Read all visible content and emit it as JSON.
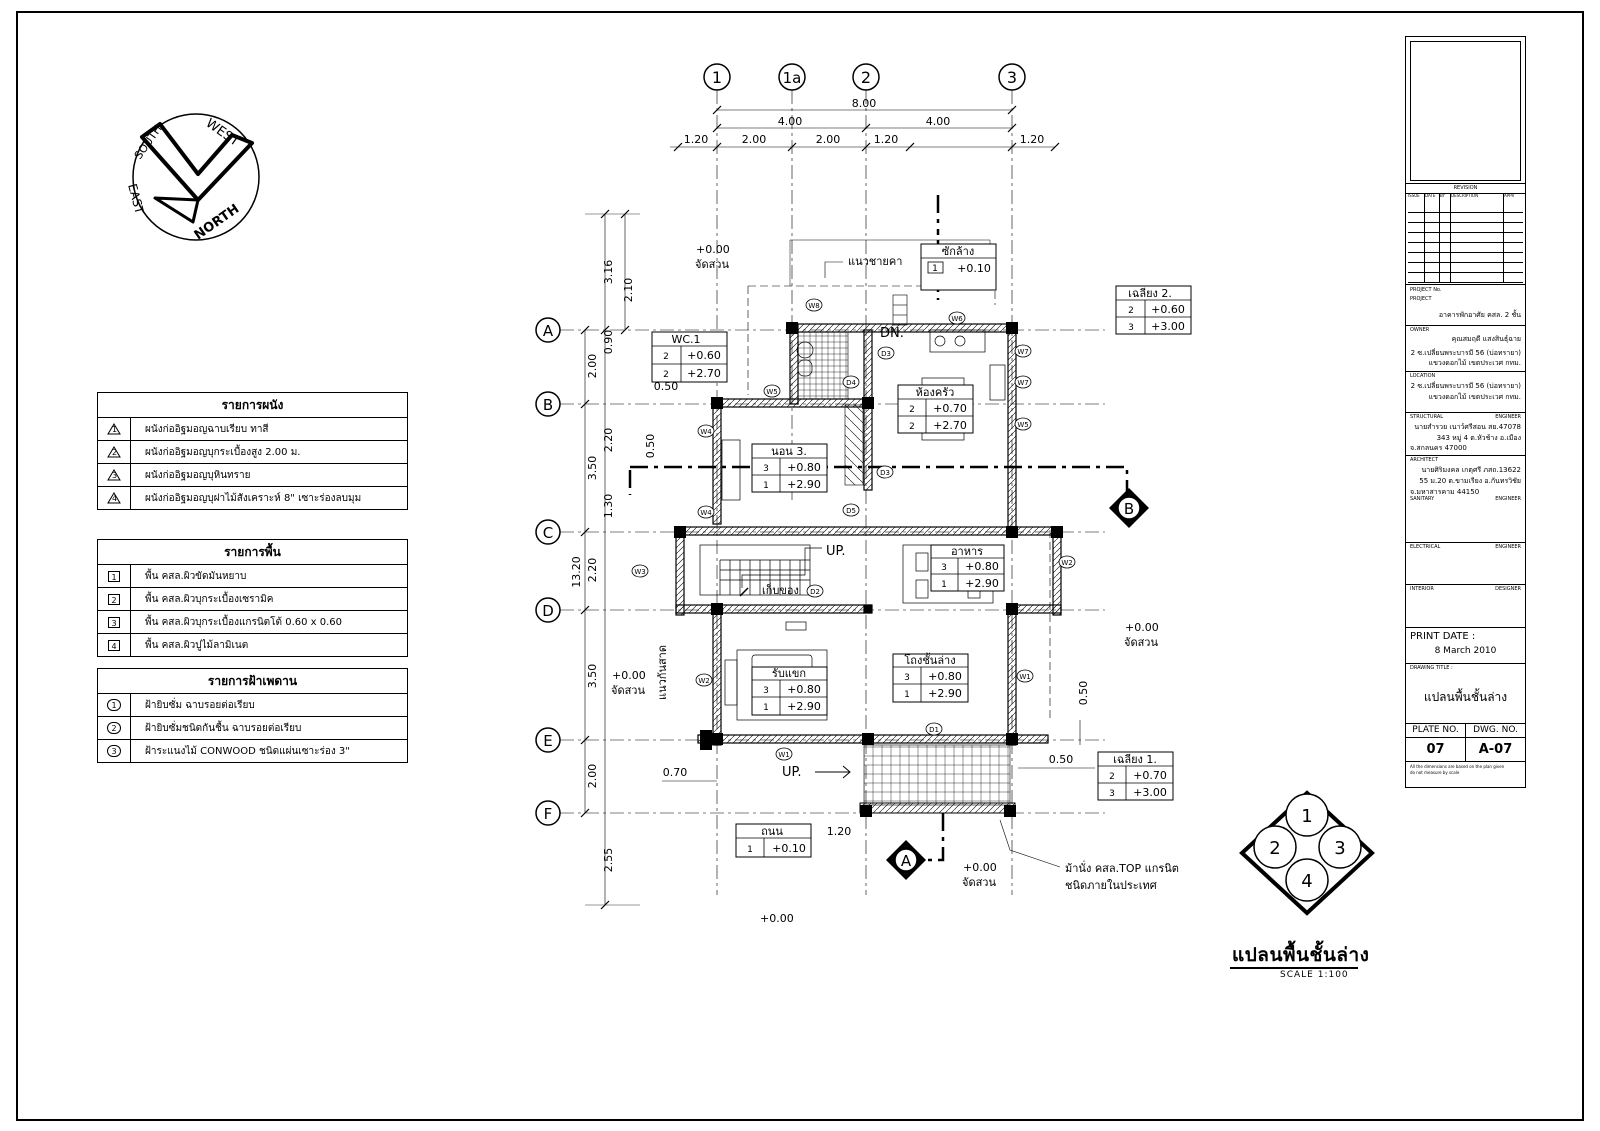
{
  "compass": {
    "west": "WEST",
    "south": "SOUTH",
    "east": "EAST",
    "north": "NORTH"
  },
  "grid_cols": [
    "1",
    "1a",
    "2",
    "3"
  ],
  "grid_rows": [
    "A",
    "B",
    "C",
    "D",
    "E",
    "F"
  ],
  "dims_top": {
    "total": "8.00",
    "half_left": "4.00",
    "half_right": "4.00",
    "segs": [
      "1.20",
      "2.00",
      "2.00",
      "1.20",
      "1.20"
    ]
  },
  "dims_left": {
    "total": "13.20",
    "outer": [
      "3.16",
      "2.10",
      "0.90",
      "2.00",
      "2.20",
      "3.50",
      "1.30",
      "2.20",
      "3.50",
      "2.00",
      "2.55"
    ],
    "inner": [
      "0.50",
      "0.50"
    ]
  },
  "dims_misc": {
    "e_side": "0.50",
    "e_side2": "0.50",
    "f_left": "0.70",
    "porch": "1.20"
  },
  "rooms": [
    {
      "name": "ซักล้าง",
      "rows": [
        {
          "k": "1",
          "v": "+0.10"
        }
      ]
    },
    {
      "name": "เฉลียง 2.",
      "rows": [
        {
          "k": "2",
          "v": "+0.60"
        },
        {
          "k": "3",
          "v": "+3.00"
        }
      ]
    },
    {
      "name": "WC.1",
      "rows": [
        {
          "k": "2",
          "v": "+0.60"
        },
        {
          "k": "2",
          "v": "+2.70"
        }
      ]
    },
    {
      "name": "ห้องครัว",
      "rows": [
        {
          "k": "2",
          "v": "+0.70"
        },
        {
          "k": "2",
          "v": "+2.70"
        }
      ]
    },
    {
      "name": "นอน 3.",
      "rows": [
        {
          "k": "3",
          "v": "+0.80"
        },
        {
          "k": "1",
          "v": "+2.90"
        }
      ]
    },
    {
      "name": "อาหาร",
      "rows": [
        {
          "k": "3",
          "v": "+0.80"
        },
        {
          "k": "1",
          "v": "+2.90"
        }
      ]
    },
    {
      "name": "รับแขก",
      "rows": [
        {
          "k": "3",
          "v": "+0.80"
        },
        {
          "k": "1",
          "v": "+2.90"
        }
      ]
    },
    {
      "name": "โถงชั้นล่าง",
      "rows": [
        {
          "k": "3",
          "v": "+0.80"
        },
        {
          "k": "1",
          "v": "+2.90"
        }
      ]
    },
    {
      "name": "เฉลียง 1.",
      "rows": [
        {
          "k": "2",
          "v": "+0.70"
        },
        {
          "k": "3",
          "v": "+3.00"
        }
      ]
    },
    {
      "name": "ถนน",
      "rows": [
        {
          "k": "1",
          "v": "+0.10"
        }
      ]
    }
  ],
  "plan_notes": {
    "garden_tl_level": "+0.00",
    "garden_tl": "จัดสวน",
    "eave": "แนวชายคา",
    "garden_r_level": "+0.00",
    "garden_r": "จัดสวน",
    "garden_l_level": "+0.00",
    "garden_l": "จัดสวน",
    "garden_b_level": "+0.00",
    "garden_b": "จัดสวน",
    "ground_level": "+0.00",
    "bench_1": "ม้านั่ง คสล.TOP แกรนิต",
    "bench_2": "ชนิดภายในประเทศ",
    "fence": "แนวกันสาด",
    "storage": "เก็บของ",
    "up_1": "UP.",
    "up_2": "UP.",
    "dn": "DN.",
    "section_a": "A",
    "section_b": "B"
  },
  "doors": [
    "D1",
    "D2",
    "D3",
    "D3",
    "D4",
    "D5"
  ],
  "windows": [
    "W1",
    "W1",
    "W2",
    "W2",
    "W3",
    "W4",
    "W4",
    "W5",
    "W5",
    "W6",
    "W7",
    "W7",
    "W8"
  ],
  "wall_legend": {
    "title": "รายการผนัง",
    "items": [
      {
        "k": "1",
        "t": "ผนังก่ออิฐมอญฉาบเรียบ ทาสี"
      },
      {
        "k": "2",
        "t": "ผนังก่ออิฐมอญบุกระเบื้องสูง 2.00 ม."
      },
      {
        "k": "3",
        "t": "ผนังก่ออิฐมอญบุหินทราย"
      },
      {
        "k": "4",
        "t": "ผนังก่ออิฐมอญบุฝาไม้สังเคราะห์ 8\" เซาะร่องลบมุม"
      }
    ]
  },
  "floor_legend": {
    "title": "รายการพื้น",
    "items": [
      {
        "k": "1",
        "t": "พื้น คสล.ผิวขัดมันหยาบ"
      },
      {
        "k": "2",
        "t": "พื้น คสล.ผิวบุกระเบื้องเซรามิค"
      },
      {
        "k": "3",
        "t": "พื้น คสล.ผิวบุกระเบื้องแกรนิตโต้ 0.60 x 0.60"
      },
      {
        "k": "4",
        "t": "พื้น คสล.ผิวปูไม้ลามิเนต"
      }
    ]
  },
  "ceiling_legend": {
    "title": "รายการฝ้าเพดาน",
    "items": [
      {
        "k": "1",
        "t": "ฝ้ายิบซั่ม ฉาบรอยต่อเรียบ"
      },
      {
        "k": "2",
        "t": "ฝ้ายิบซั่มชนิดกันชื้น ฉาบรอยต่อเรียบ"
      },
      {
        "k": "3",
        "t": "ฝ้าระแนงไม้ CONWOOD ชนิดแผ่นเซาะร่อง 3\""
      }
    ]
  },
  "title_block": {
    "revision": "REVISION",
    "rev_cols": [
      "ISSUE",
      "DATE",
      "BY",
      "DESCRIPTION",
      "APPR"
    ],
    "project_no": "PROJECT No.",
    "project": "PROJECT",
    "project_val": "อาคารพักอาศัย คสล. 2 ชั้น",
    "owner": "OWNER",
    "owner_val": "คุณสมฤดี แสงสินธุ์ฉาย",
    "owner_addr1": "2 ซ.เปลี่ยนพระบารมี 56 (บ่อทรายา)",
    "owner_addr2": "แขวงดอกไม้ เขตประเวศ กทม.",
    "location": "LOCATION",
    "location_val1": "2 ซ.เปลี่ยนพระบารมี 56 (บ่อทรายา)",
    "location_val2": "แขวงดอกไม้ เขตประเวศ กทม.",
    "structural": "STRUCTURAL",
    "engineer": "ENGINEER",
    "struct_val1": "นายสำรวย  เนาว์ศรีสอน สย.47078",
    "struct_val2": "343 หมู่ 4 ต.หัวช้าง อ.เมือง",
    "struct_val3": "จ.สกลนคร 47000",
    "architect": "ARCHITECT",
    "arch_val1": "นายศิริมงคล เกตุศรี ภสถ.13622",
    "arch_val2": "55 ม.20 ต.ขามเรียง อ.กันทรวิชัย",
    "arch_val3": "จ.มหาสารคาม 44150",
    "sanitary": "SANITARY",
    "sanitary_eng": "ENGINEER",
    "electrical": "ELECTRICAL",
    "electrical_eng": "ENGINEER",
    "interior": "INTERIOR",
    "designer": "DESIGNER",
    "print_date_label": "PRINT DATE :",
    "print_date": "8 March 2010",
    "drawing_title_label": "DRAWING TITLE :",
    "drawing_title": "แปลนพื้นชั้นล่าง",
    "plate_no_label": "PLATE NO.",
    "dwg_no_label": "DWG. NO.",
    "plate_no": "07",
    "dwg_no": "A-07",
    "foot1": "All the dimensions are based on the plan given",
    "foot2": "do not measure by scale"
  },
  "key_plan": [
    "1",
    "2",
    "3",
    "4"
  ],
  "drawing_title": "แปลนพื้นชั้นล่าง",
  "scale": "SCALE   1:100"
}
